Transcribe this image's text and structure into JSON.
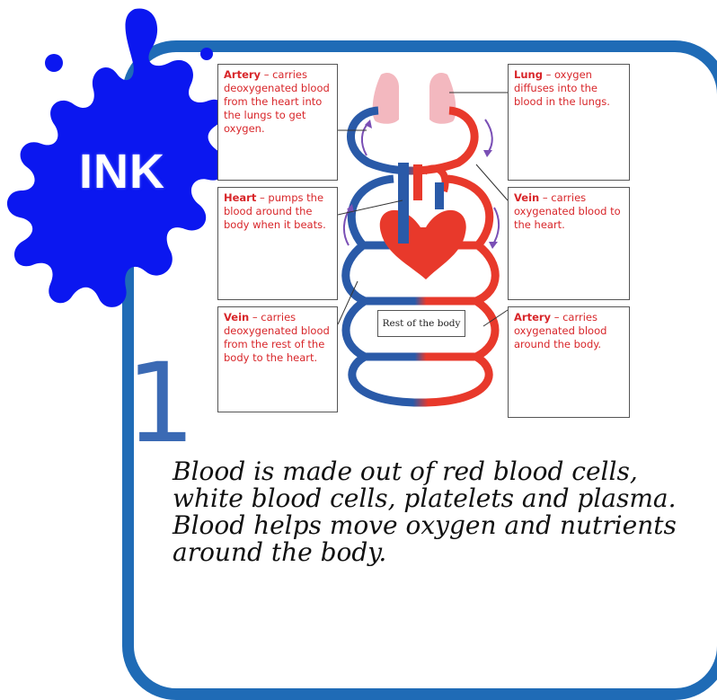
{
  "badge": {
    "label": "INK",
    "color": "#0b17f0"
  },
  "step_number": "1",
  "diagram": {
    "labels": {
      "artery_top": {
        "term": "Artery",
        "text": " – carries deoxygenated blood from the heart into the lungs to get oxygen."
      },
      "heart": {
        "term": "Heart",
        "text": " – pumps the blood around the body when it beats."
      },
      "vein_bottom": {
        "term": "Vein",
        "text": " – carries deoxygenated blood from the rest of the body to the heart."
      },
      "lung": {
        "term": "Lung",
        "text": " – oxygen diffuses into the blood in the lungs."
      },
      "vein_right": {
        "term": "Vein",
        "text": " – carries oxygenated blood to the heart."
      },
      "artery_right": {
        "term": "Artery",
        "text": " – carries oxygenated blood around the body."
      }
    },
    "rest_of_body": "Rest of the body",
    "colors": {
      "oxygenated": "#e8392b",
      "deoxygenated": "#2a5aa8",
      "lungs": "#f3b8bf"
    }
  },
  "paragraph": "Blood is made out of red blood cells, white blood cells, platelets and plasma. Blood helps move oxygen and nutrients around the body.",
  "frame_color": "#1f6bb6"
}
